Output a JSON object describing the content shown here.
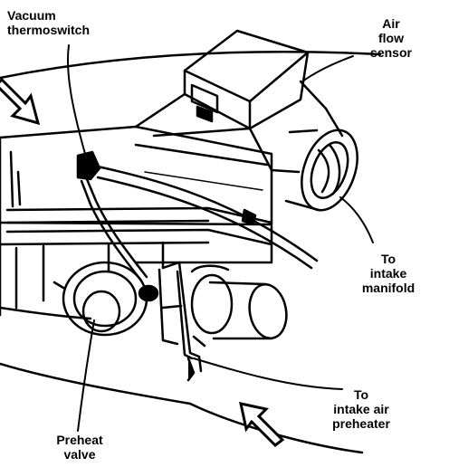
{
  "labels": {
    "vacuum_thermoswitch": [
      "Vacuum",
      "thermoswitch"
    ],
    "air_flow_sensor": [
      "Air",
      "flow",
      "sensor"
    ],
    "to_intake_manifold": [
      "To",
      "intake",
      "manifold"
    ],
    "to_intake_air_preheater": [
      "To",
      "intake air",
      "preheater"
    ],
    "preheat_valve": [
      "Preheat",
      "valve"
    ]
  },
  "colors": {
    "ink": "#000000",
    "paper": "#ffffff"
  },
  "icons": [
    "airflow-direction-arrow-icon"
  ]
}
